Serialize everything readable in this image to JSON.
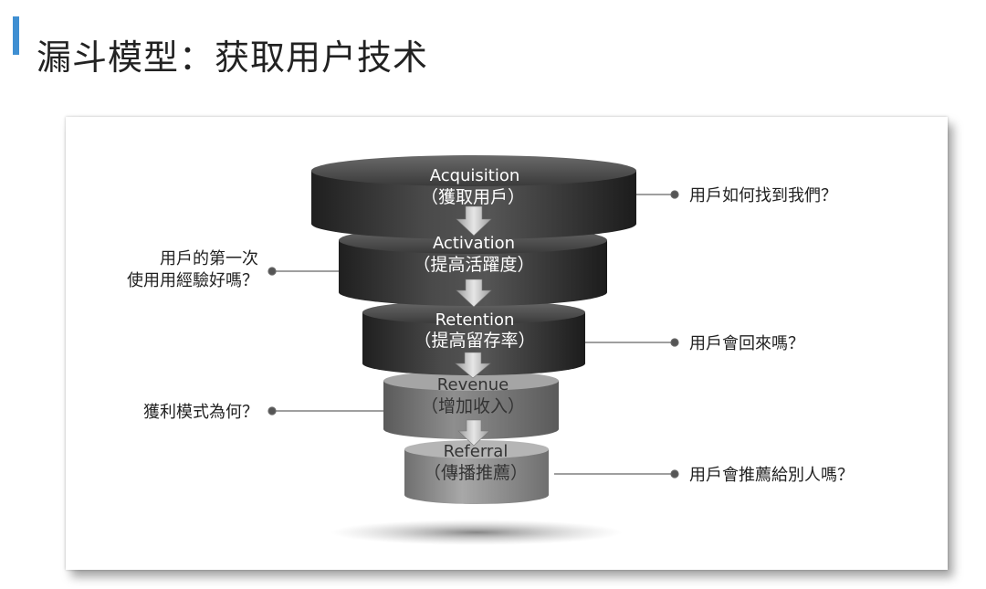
{
  "header": {
    "title": "漏斗模型：获取用户技术",
    "accent_color": "#3f8fd2"
  },
  "funnel": {
    "stages": [
      {
        "name": "Acquisition",
        "sub": "（獲取用戶）"
      },
      {
        "name": "Activation",
        "sub": "（提高活躍度）"
      },
      {
        "name": "Retention",
        "sub": "（提高留存率）"
      },
      {
        "name": "Revenue",
        "sub": "（增加收入）"
      },
      {
        "name": "Referral",
        "sub": "（傳播推薦）"
      }
    ],
    "questions": {
      "acquisition": "用戶如何找到我們？",
      "activation_line1": "用戶的第一次",
      "activation_line2": "使用用經驗好嗎？",
      "retention": "用戶會回來嗎？",
      "revenue": "獲利模式為何？",
      "referral": "用戶會推薦給別人嗎？"
    }
  }
}
